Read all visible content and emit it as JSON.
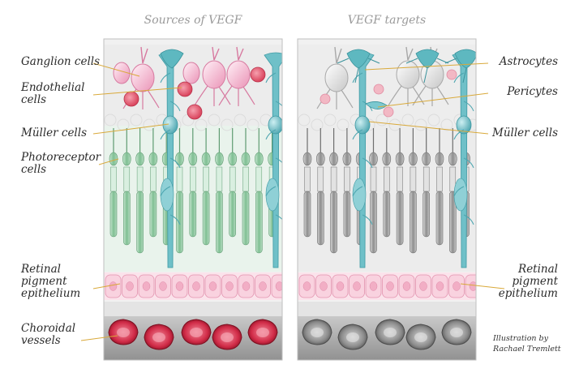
{
  "panels": {
    "left_title": "Sources of VEGF",
    "right_title": "VEGF targets"
  },
  "labels_left": {
    "ganglion": "Ganglion cells",
    "endothelial": "Endothelial\ncells",
    "muller": "Müller cells",
    "photoreceptor": "Photoreceptor\ncells",
    "rpe": "Retinal\npigment\nepithelium",
    "choroidal": "Choroidal\nvessels"
  },
  "labels_right": {
    "astrocytes": "Astrocytes",
    "pericytes": "Pericytes",
    "muller": "Müller cells",
    "rpe": "Retinal\npigment\nepithelium"
  },
  "credit": "Illustration by\nRachael Tremlett",
  "colors": {
    "panel_border": "#bfbfbf",
    "ganglion_source": "#f0a8c4",
    "endothelial_source": "#e5566e",
    "muller": "#5eb8c0",
    "photoreceptor_source": "#8dc9a0",
    "rpe": "#f7c6d6",
    "choroid_source": "#cc2a45",
    "target_gray": "#9a9a9a",
    "leader_line": "#d9a93a"
  }
}
